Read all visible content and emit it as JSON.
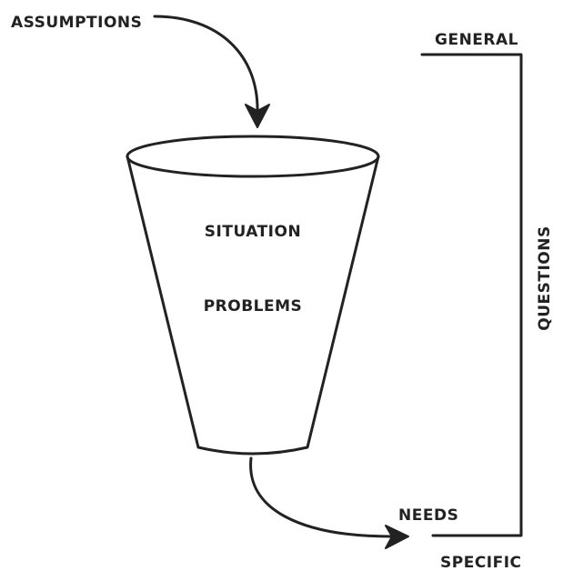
{
  "labels": {
    "assumptions": "ASSUMPTIONS",
    "general": "GENERAL",
    "situation": "SITUATION",
    "problems": "PROBLEMS",
    "questions": "QUESTIONS",
    "needs": "NEEDS",
    "specific": "SPECIFIC"
  },
  "colors": {
    "ink": "#222222",
    "background": "#ffffff"
  }
}
